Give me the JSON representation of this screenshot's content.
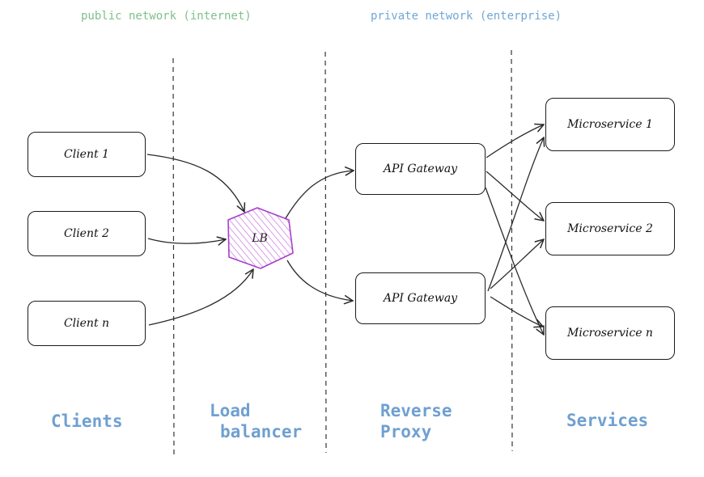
{
  "network_labels": {
    "public": "public network (internet)",
    "private": "private network (enterprise)"
  },
  "nodes": {
    "clients": [
      "Client 1",
      "Client 2",
      "Client n"
    ],
    "load_balancer": "LB",
    "gateways": [
      "API Gateway",
      "API Gateway"
    ],
    "services": [
      "Microservice 1",
      "Microservice 2",
      "Microservice n"
    ]
  },
  "columns": {
    "clients": "Clients",
    "load_balancer": [
      "Load",
      "balancer"
    ],
    "reverse_proxy": [
      "Reverse",
      "Proxy"
    ],
    "services": "Services"
  },
  "colors": {
    "public_label": "#7fc08b",
    "private_label": "#6fa7d6",
    "column_label": "#6fa0d0",
    "lb_fill": "#b84fd6"
  }
}
